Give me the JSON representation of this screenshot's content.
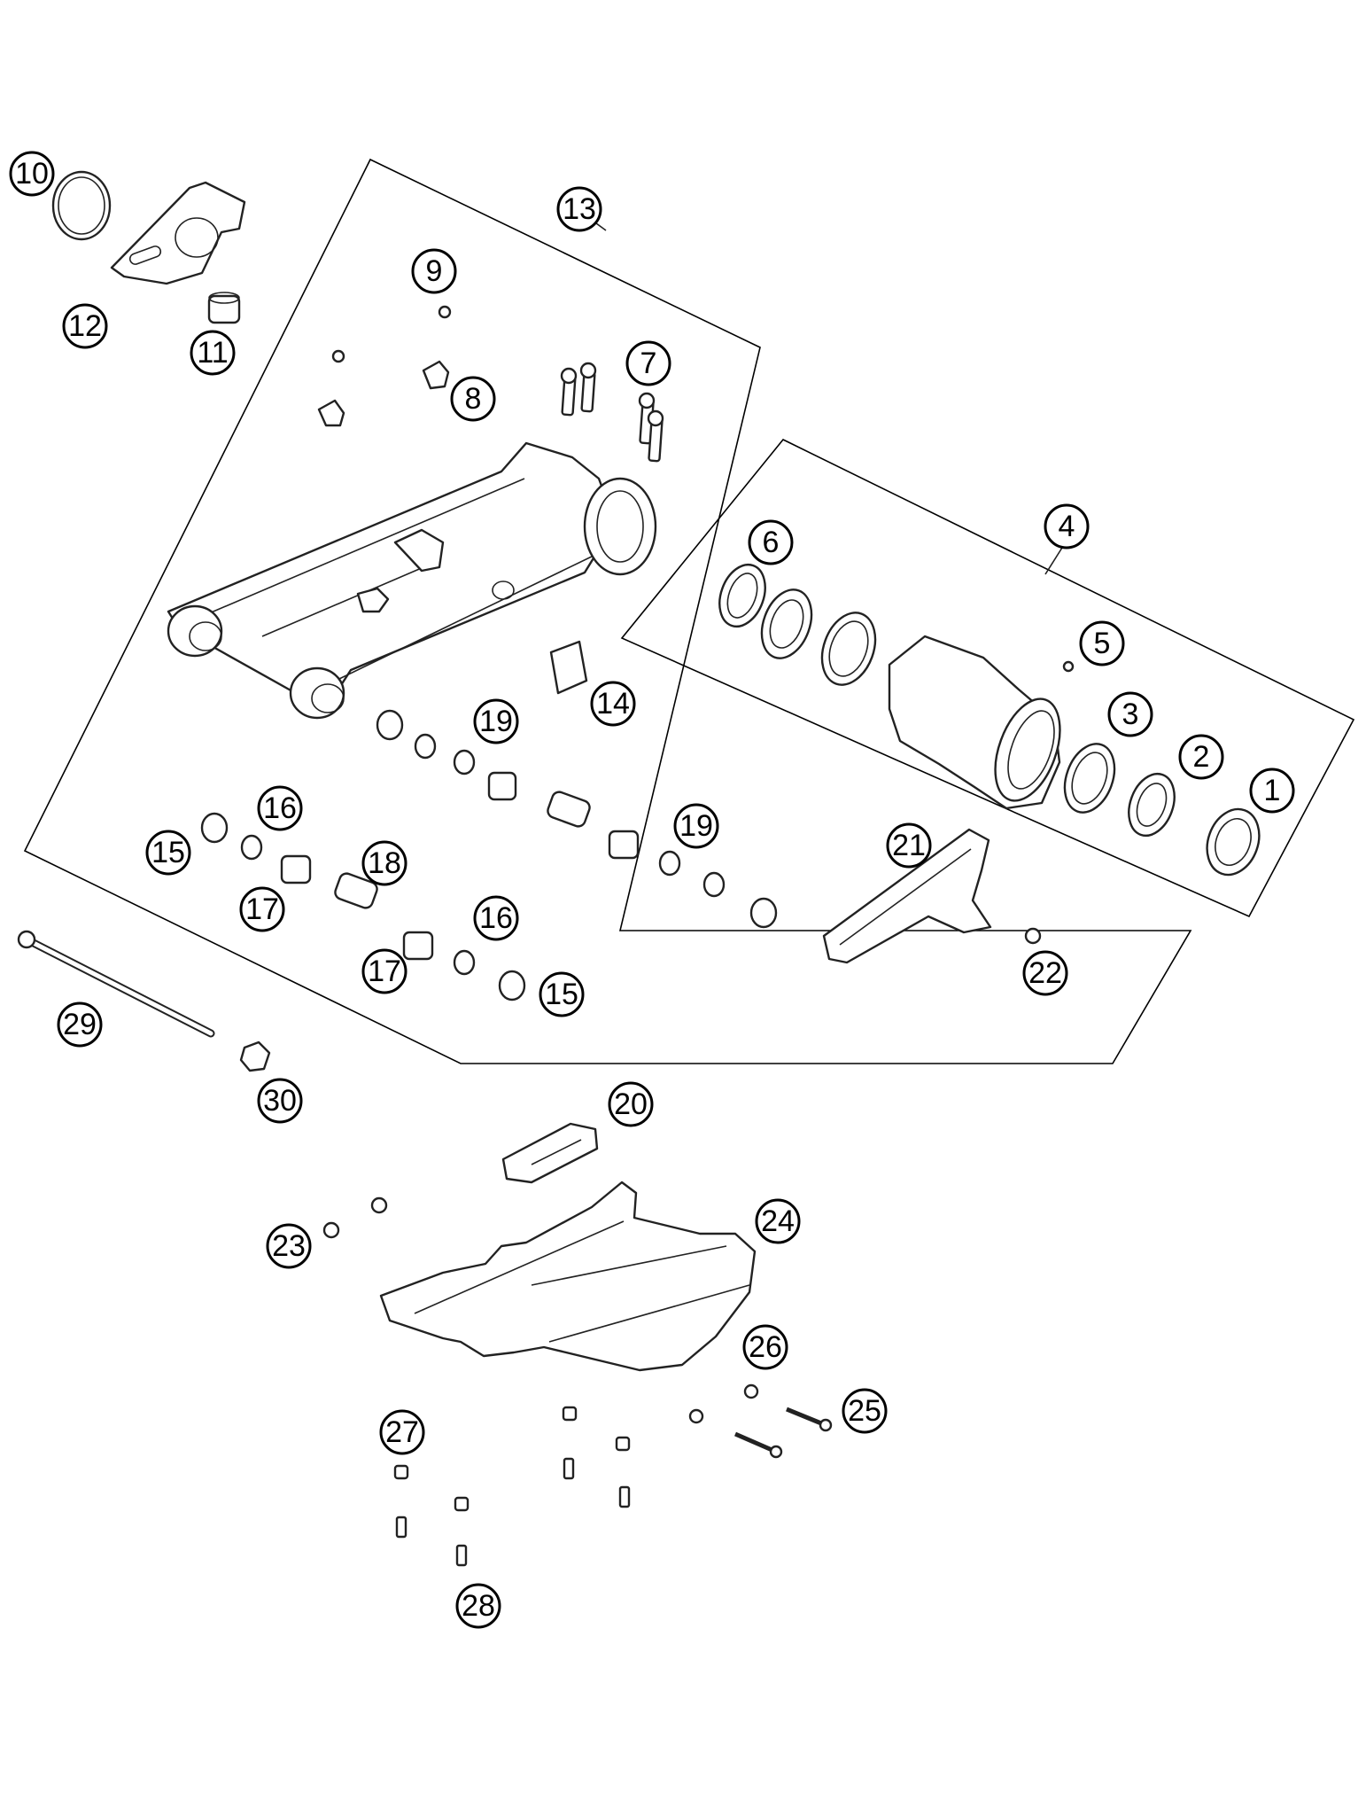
{
  "diagram": {
    "labels": [
      "1",
      "2",
      "3",
      "4",
      "5",
      "6",
      "7",
      "8",
      "9",
      "10",
      "11",
      "12",
      "13",
      "14",
      "15",
      "16",
      "17",
      "18",
      "19",
      "20",
      "21",
      "22",
      "23",
      "24",
      "25",
      "26",
      "27",
      "28",
      "29",
      "30"
    ],
    "colors": {
      "line": "#222222",
      "background": "#ffffff"
    }
  }
}
